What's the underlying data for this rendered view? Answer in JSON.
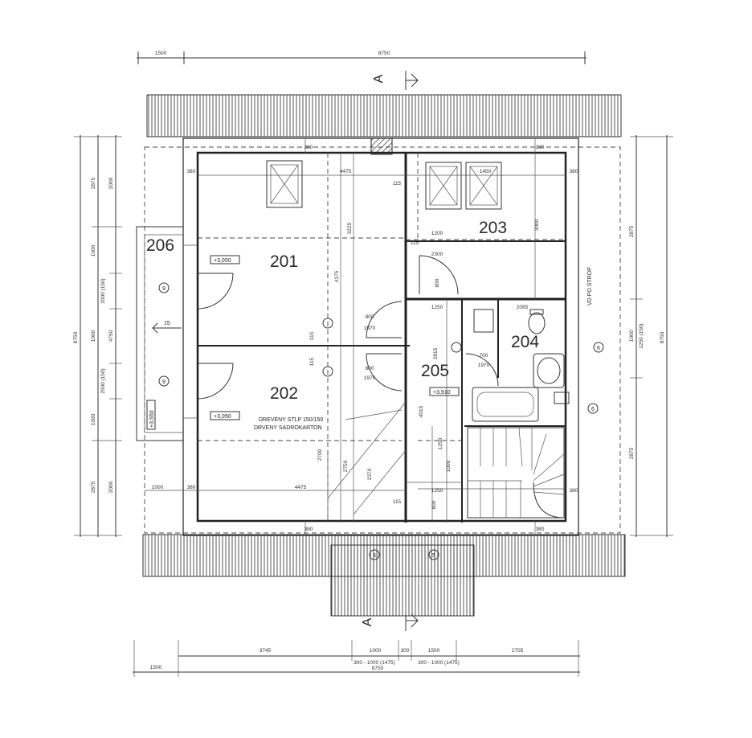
{
  "rooms": {
    "r201": "201",
    "r202": "202",
    "r203": "203",
    "r204": "204",
    "r205": "205",
    "r206": "206"
  },
  "section_marks": {
    "top": "A",
    "bottom": "A"
  },
  "levels": {
    "l1": "+3,050",
    "l2": "+3,050",
    "l3": "+3,910",
    "l4": "+3,550"
  },
  "notes": {
    "chimney_1": "DREVENY STLP 150/150",
    "chimney_2": "DRVENY SADROKARTON",
    "vent": "VD PO STROP"
  },
  "window_tags": {
    "w1": "9",
    "w2": "9",
    "w3": "5",
    "w4": "5",
    "w5": "6",
    "w6": "6"
  },
  "stair_count": "15",
  "top_dims": {
    "d1": "1500",
    "d2": "8750"
  },
  "bottom_dims": {
    "d1": "3745",
    "d2": "1000",
    "d3": "300",
    "d4": "1500",
    "d5": "2705",
    "d6": "1500",
    "d7": "300 - 1000 (1475)",
    "d8": "300 - 1000 (1475)",
    "d9": "8750"
  },
  "left_dims": {
    "d1": "2875",
    "d2": "2000",
    "d3": "8750",
    "d4": "1000",
    "d5": "2000 (150)",
    "d6": "1000",
    "d7": "4750",
    "d8": "2500 (150)",
    "d9": "1000",
    "d10": "2875",
    "d11": "2000"
  },
  "right_dims": {
    "d1": "2875",
    "d2": "1000",
    "d3": "1250 (150)",
    "d4": "8750",
    "d5": "2875"
  },
  "inner_dims": {
    "a1": "4475",
    "a2": "380",
    "a3": "1450",
    "a4": "380",
    "a5": "115",
    "a6": "3225",
    "a7": "4175",
    "a8": "3000",
    "a9": "380",
    "a10": "2300",
    "a11": "1250",
    "a12": "2085",
    "a13": "115",
    "a14": "800",
    "a15": "1970",
    "a16": "800",
    "a17": "1970",
    "a18": "115",
    "a19": "4475",
    "a20": "380",
    "a21": "1000",
    "a22": "2700",
    "a23": "2750",
    "a24": "2370",
    "a25": "4015",
    "a26": "1250",
    "a27": "380",
    "a28": "115",
    "a29": "800",
    "a30": "700",
    "a31": "1970",
    "a32": "2815",
    "a33": "1000",
    "a34": "1250",
    "a35": "800",
    "a36": "380",
    "a37": "380",
    "a38": "115",
    "a39": "380",
    "a40": "1200"
  }
}
